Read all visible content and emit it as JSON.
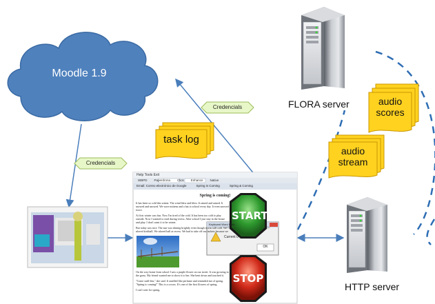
{
  "cloud": {
    "label": "Moodle 1.9"
  },
  "flora_server": {
    "label": "FLORA server"
  },
  "http_server": {
    "label": "HTTP server"
  },
  "credentials_upper": {
    "label": "Credencials"
  },
  "credentials_lower": {
    "label": "Credencials"
  },
  "task_log": {
    "label": "task log"
  },
  "audio_scores": {
    "line1": "audio",
    "line2": "scores"
  },
  "audio_stream": {
    "line1": "audio",
    "line2": "stream"
  },
  "browser": {
    "menu_text": "Help  Tools Exit",
    "toolbar_items": [
      "WBPD",
      "Paperdrona",
      "Click",
      "Enhance",
      "Native"
    ],
    "tabs": [
      "Email: Correo electrónico de Google",
      "Spring is Coming",
      "Spring & Coming"
    ],
    "page_title": "Spring is coming!",
    "paragraphs": [
      "It has been so cold this winter. The wind blew and blew. It rained and rained. It snowed and snowed. We wore mittens and a hat to school every day. It even snowed twice.",
      "At first winter was fun. Now I'm tired of the cold. It has been too cold to play outside. Now I wanted to read during recess. After school I just stay in the house and play. I don't want it to be winter.",
      "But today was nice. The sun was shining brightly even though it was still cold. We played kickball. We played ball at recess. We had to take off our jackets because we were warm. We even got to play on the playground.",
      "On the way home from school I saw a purple flower on our street. It was growing in the grass. My friend wanted me to show it to her. She bent down and touched it.",
      "\"Come sniff this,\" she said. It smelled like perfume and reminded me of spring. \"Spring is coming!\" This is a crocus. It's one of the first flowers of spring.",
      "I can't wait for spring."
    ]
  },
  "dialog": {
    "title": "Keyboard Word Error",
    "message": "Current 0",
    "ok_label": "OK"
  },
  "start_button": {
    "label": "START"
  },
  "stop_button": {
    "label": "STOP"
  },
  "colors": {
    "cloud": "#4f81bd",
    "arrow": "#4a7ebb",
    "doc_fill": "#ffd21f",
    "doc_stroke": "#d9a400",
    "tag_fill": "#e8f7c8",
    "tag_stroke": "#9bbb59",
    "start_green": "#2e9a2e",
    "stop_red": "#d02a1a"
  }
}
